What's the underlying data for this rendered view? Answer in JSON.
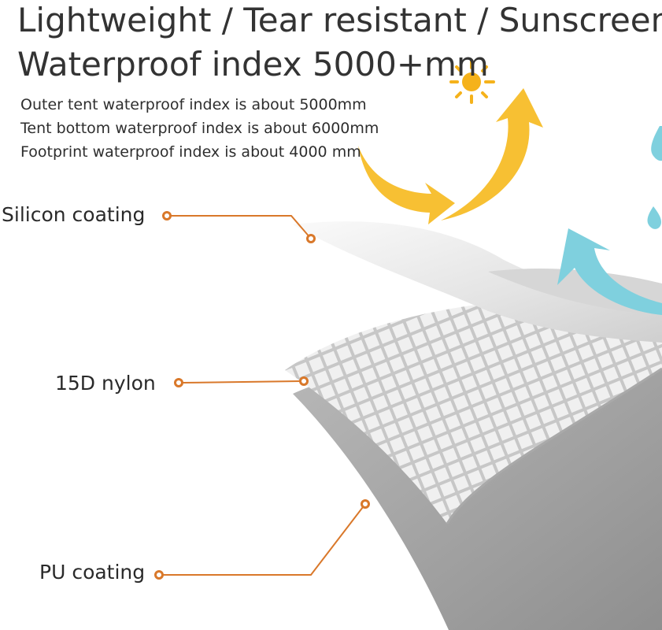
{
  "title_lines": [
    "Lightweight / Tear resistant / Sunscreen",
    "Waterproof index 5000+mm"
  ],
  "specs": [
    "Outer tent waterproof index is about 5000mm",
    "Tent bottom waterproof index is about 6000mm",
    "Footprint waterproof index is about 4000 mm"
  ],
  "layer_labels": [
    "Silicon coating",
    "15D nylon",
    "PU coating"
  ],
  "icons": [
    "sun-icon",
    "sunlight-reflect-arrow-icon",
    "water-drop-icon",
    "water-repel-arrow-icon"
  ],
  "colors": {
    "leader_line": "#d9782a",
    "sun": "#f5b21b",
    "sun_arrow": "#f7c033",
    "water": "#7fd0de",
    "title_text": "#333333"
  }
}
